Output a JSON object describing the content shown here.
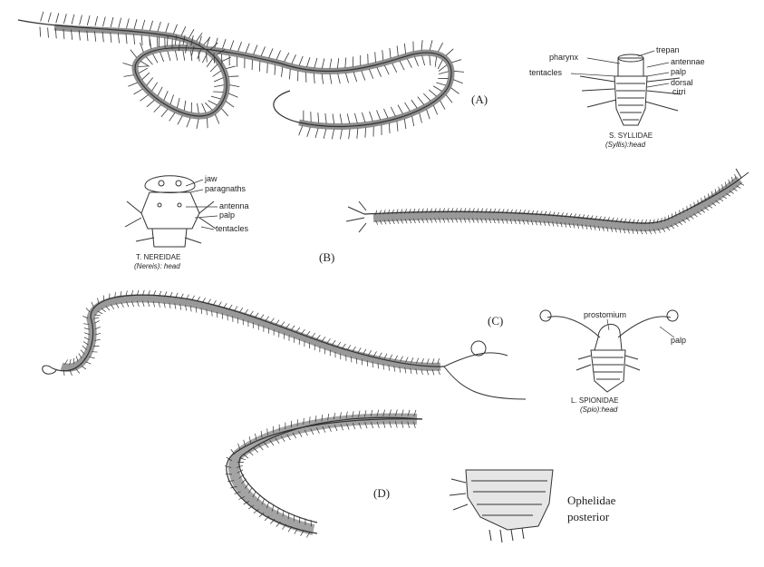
{
  "panels": {
    "a": "(A)",
    "b": "(B)",
    "c": "(C)",
    "d": "(D)"
  },
  "syllidae": {
    "labels": [
      "pharynx",
      "trepan",
      "antennae",
      "palp",
      "tentacles",
      "dorsal",
      "cirri"
    ],
    "caption_1": "S. SYLLIDAE",
    "caption_2": "(Syllis):head"
  },
  "nereidae": {
    "labels": [
      "jaw",
      "paragnaths",
      "antenna",
      "palp",
      "tentacles"
    ],
    "caption_1": "T. NEREIDAE",
    "caption_2": "(Nereis): head"
  },
  "spionidae": {
    "labels": [
      "prostomium",
      "palp"
    ],
    "caption_1": "L. SPIONIDAE",
    "caption_2": "(Spio):head"
  },
  "ophelidae": {
    "line_1": "Ophelidae",
    "line_2": "posterior"
  }
}
